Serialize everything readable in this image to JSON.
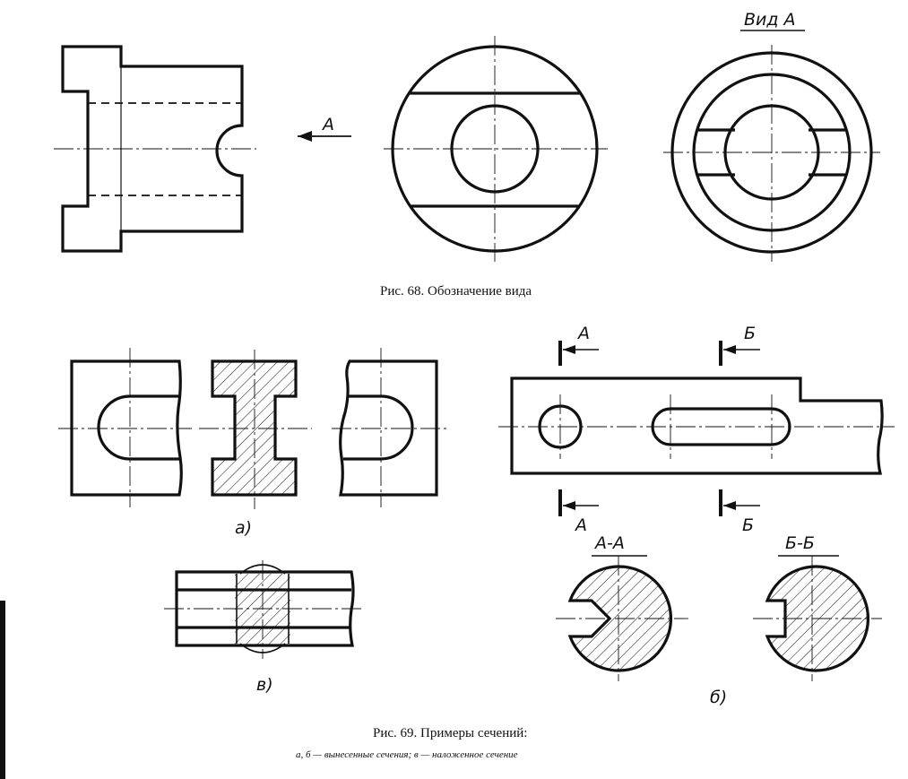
{
  "fig68": {
    "caption": "Рис. 68. Обозначение вида",
    "arrow_label": "А",
    "view_label": "Вид А"
  },
  "fig69": {
    "caption": "Рис. 69. Примеры сечений:",
    "subcaption": "а, б — вынесенные сечения; в — наложенное сечение",
    "label_a": "а)",
    "label_b": "б)",
    "label_v": "в)",
    "cut_a_top": "А",
    "cut_a_bottom": "А",
    "cut_b_top": "Б",
    "cut_b_bottom": "Б",
    "section_aa": "А-А",
    "section_bb": "Б-Б"
  }
}
